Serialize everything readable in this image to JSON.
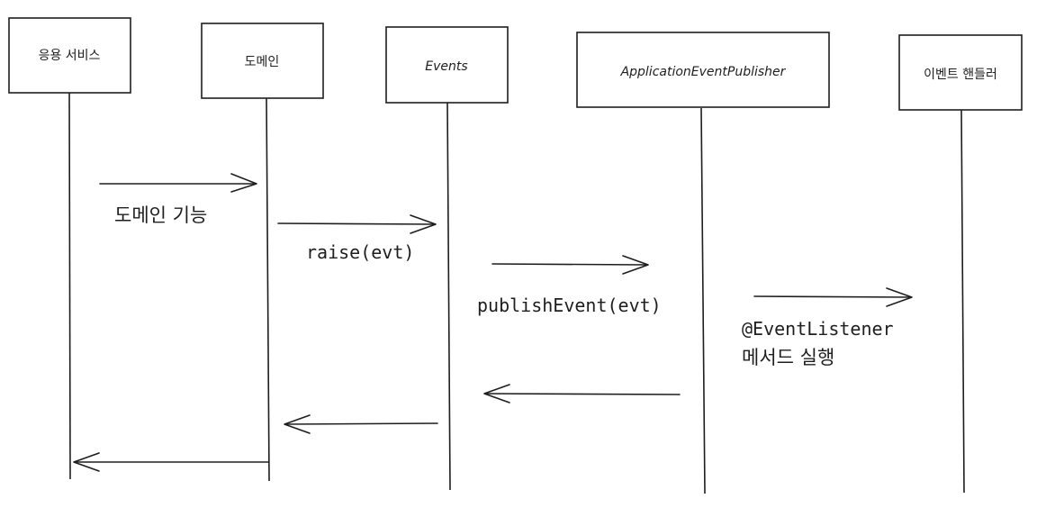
{
  "participants": [
    {
      "id": "app-service",
      "label": "응용 서비스"
    },
    {
      "id": "domain",
      "label": "도메인"
    },
    {
      "id": "events",
      "label": "Events"
    },
    {
      "id": "publisher",
      "label": "ApplicationEventPublisher"
    },
    {
      "id": "event-handler",
      "label": "이벤트 핸들러"
    }
  ],
  "messages": [
    {
      "from": "app-service",
      "to": "domain",
      "label": "도메인 기능"
    },
    {
      "from": "domain",
      "to": "events",
      "label": "raise(evt)"
    },
    {
      "from": "events",
      "to": "publisher",
      "label": "publishEvent(evt)"
    },
    {
      "from": "publisher",
      "to": "event-handler",
      "label_line1": "@EventListener",
      "label_line2": "메서드 실행"
    },
    {
      "from": "publisher",
      "to": "events",
      "label": ""
    },
    {
      "from": "events",
      "to": "domain",
      "label": ""
    },
    {
      "from": "domain",
      "to": "app-service",
      "label": ""
    }
  ]
}
